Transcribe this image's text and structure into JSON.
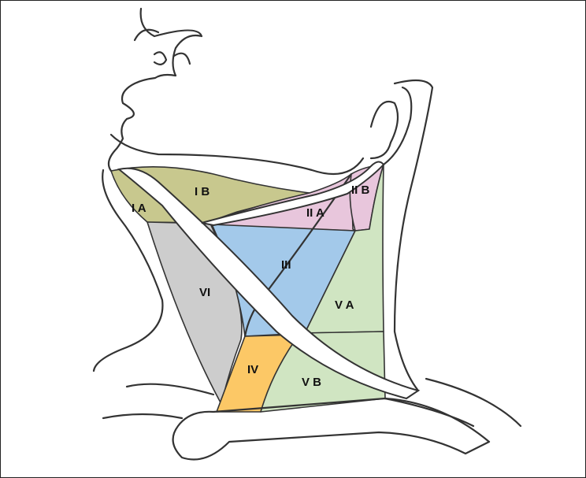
{
  "title": "Cervical lymph node levels",
  "colors": {
    "level_I": "#c8c88e",
    "level_II": "#e8c6dc",
    "level_III": "#a3c9ea",
    "level_IV": "#fcc866",
    "level_V": "#d0e5c2",
    "level_VI": "#cdcdcd"
  },
  "labels": {
    "IA": "I A",
    "IB": "I B",
    "IIA": "II A",
    "IIB": "II B",
    "III": "III",
    "IV": "IV",
    "VA": "V A",
    "VB": "V B",
    "VI": "VI"
  }
}
